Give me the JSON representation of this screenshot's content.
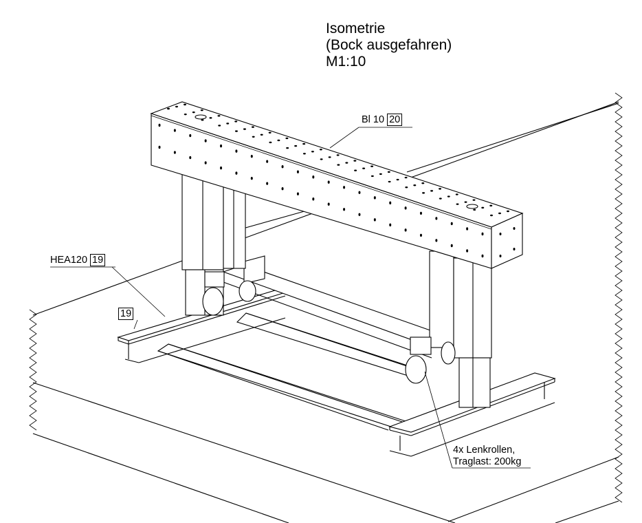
{
  "title": {
    "line1": "Isometrie",
    "line2": "(Bock ausgefahren)",
    "line3": "M1:10"
  },
  "labels": {
    "plate": {
      "text": "Bl 10",
      "ref": "20"
    },
    "beam": {
      "text": "HEA120",
      "ref": "19"
    },
    "beam_ref2": "19",
    "casters": {
      "line1": "4x Lenkrollen,",
      "line2": "Traglast: 200kg"
    }
  }
}
